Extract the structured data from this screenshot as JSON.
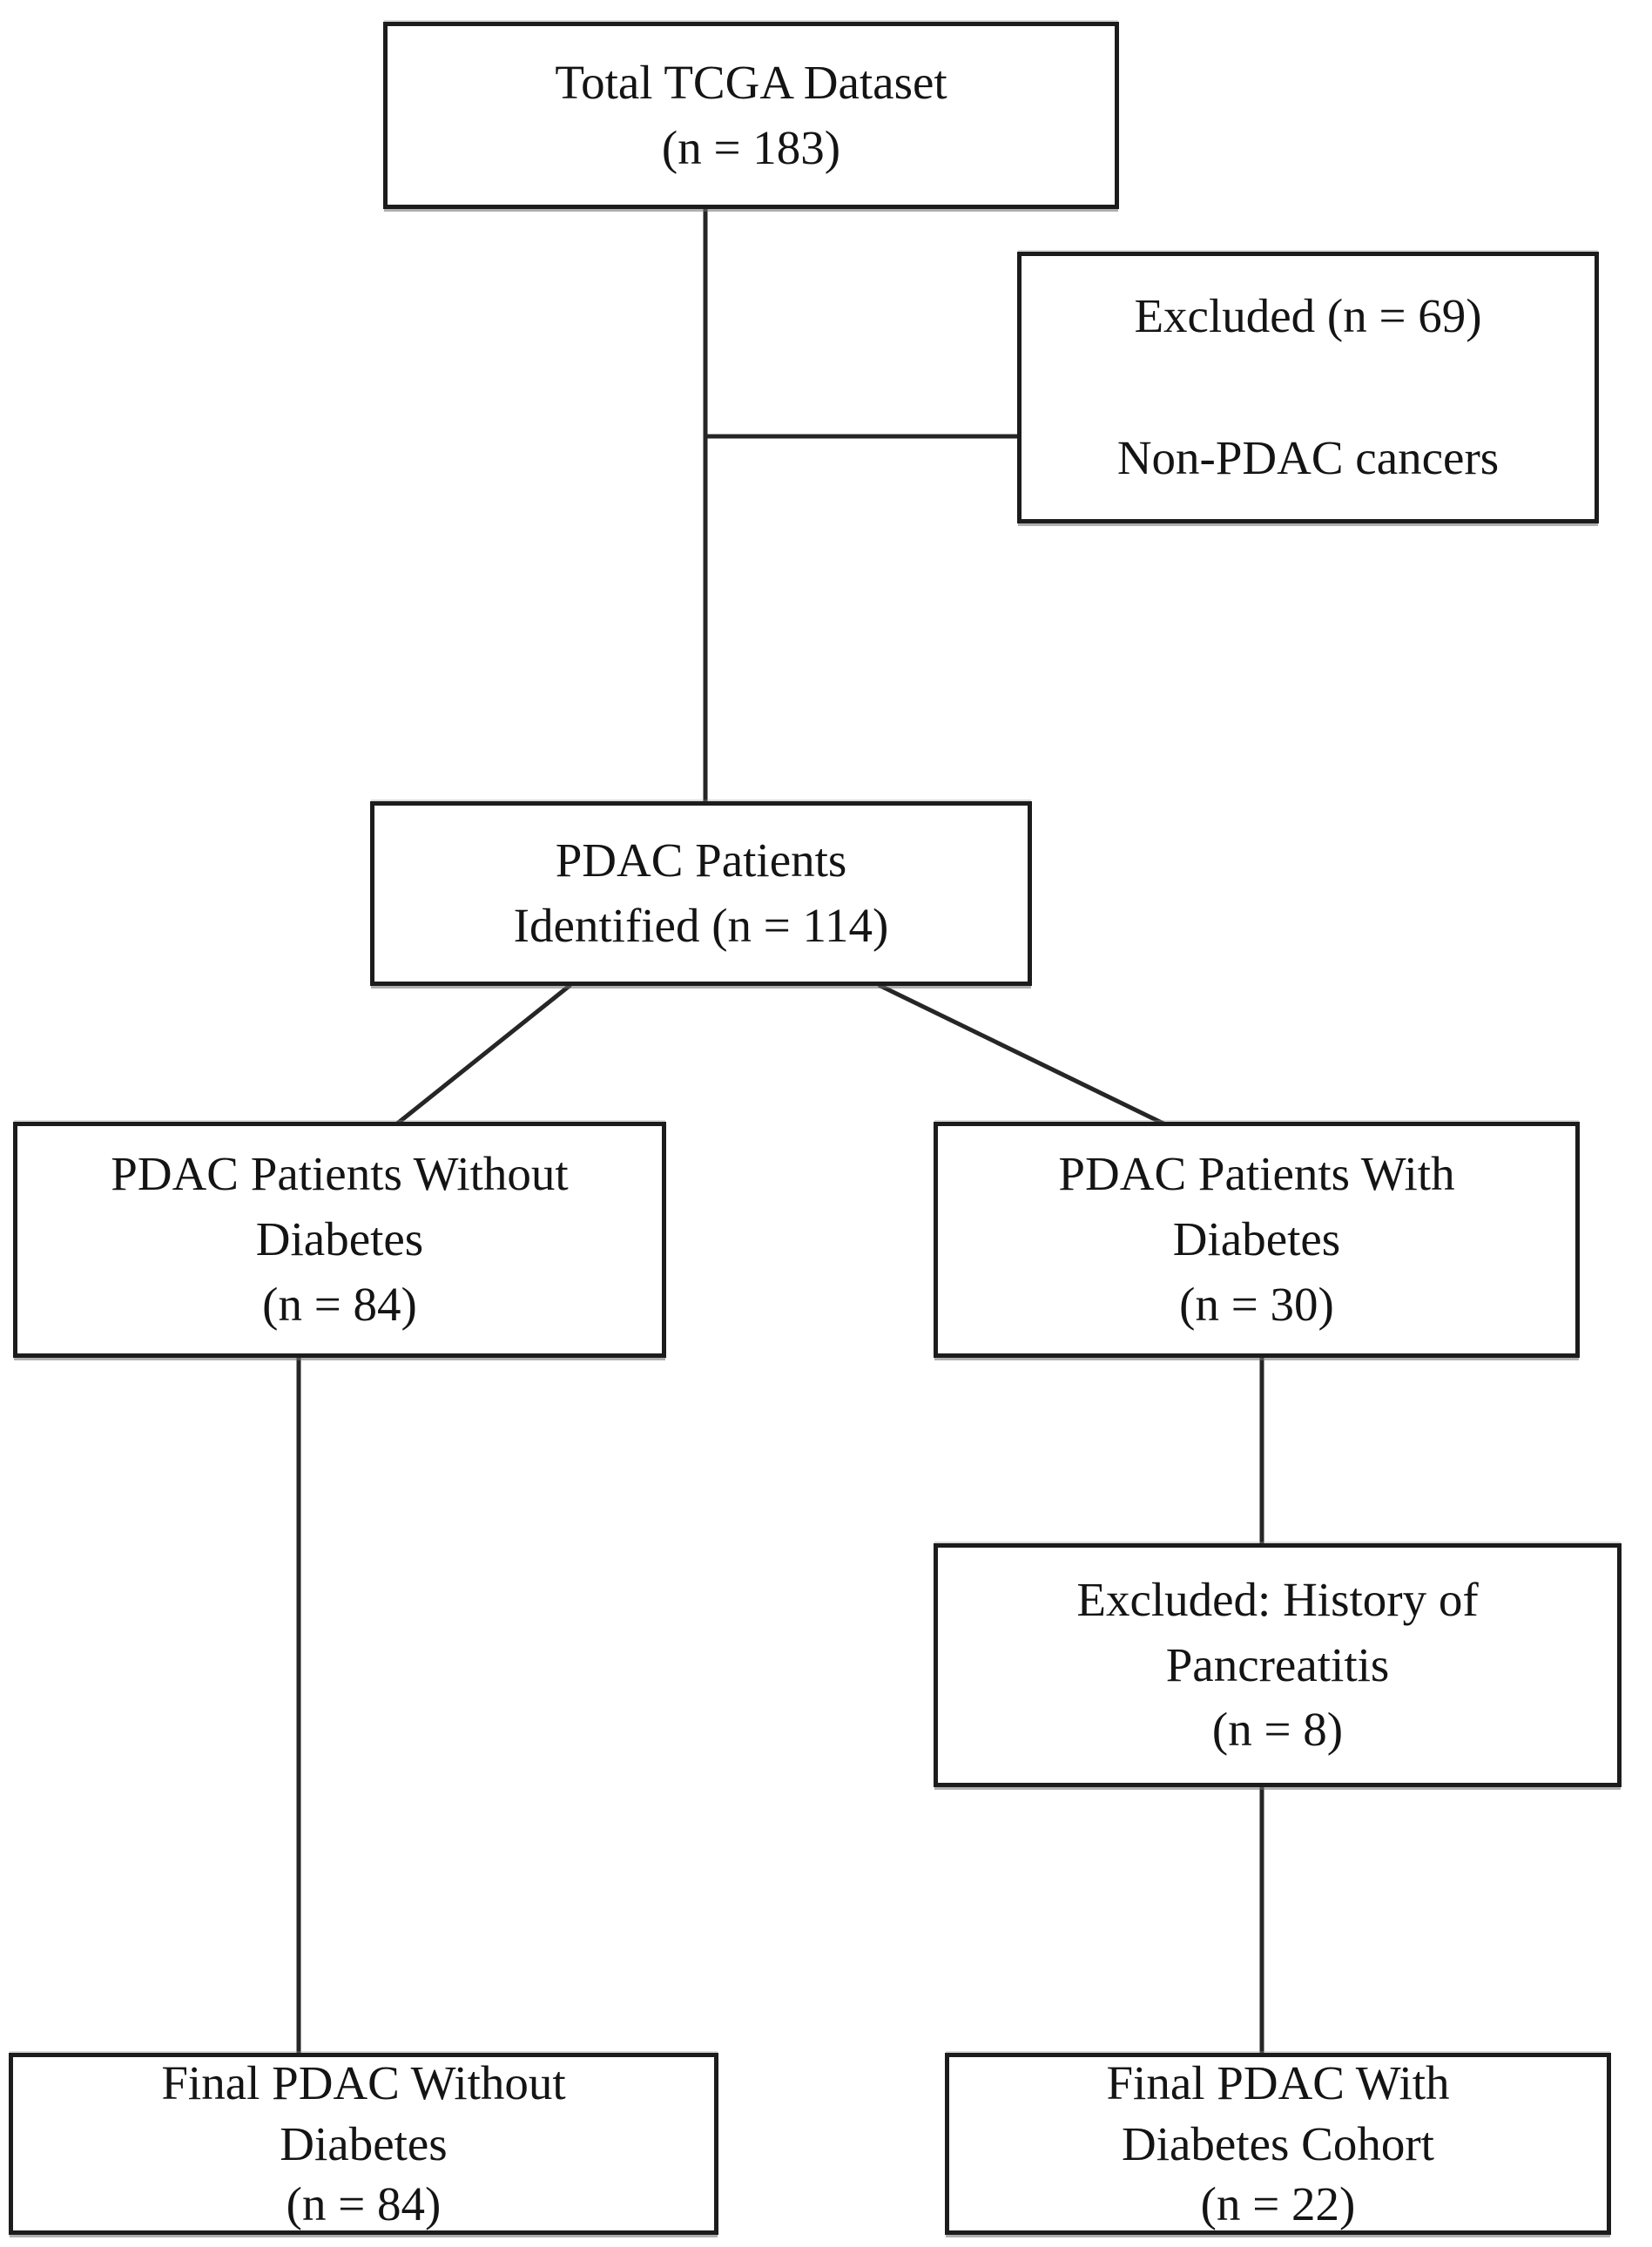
{
  "diagram": {
    "background": "#ffffff",
    "box_border_color": "#1c1c1c",
    "text_color": "#141414",
    "connector_color": "#262626",
    "nodes": {
      "total": {
        "lines": [
          "Total TCGA Dataset",
          "(n = 183)"
        ]
      },
      "excluded_non_pdac": {
        "lines": [
          "Excluded (n = 69)",
          "Non-PDAC cancers"
        ]
      },
      "identified": {
        "lines": [
          "PDAC Patients",
          "Identified (n = 114)"
        ]
      },
      "without_diabetes": {
        "lines": [
          "PDAC Patients Without",
          "Diabetes",
          "(n = 84)"
        ]
      },
      "with_diabetes": {
        "lines": [
          "PDAC Patients With",
          "Diabetes",
          "(n = 30)"
        ]
      },
      "excluded_pancreatitis": {
        "lines": [
          "Excluded: History of",
          "Pancreatitis",
          "(n = 8)"
        ]
      },
      "final_without_diabetes": {
        "lines": [
          "Final PDAC Without",
          "Diabetes",
          "(n = 84)"
        ]
      },
      "final_with_diabetes": {
        "lines": [
          "Final PDAC With",
          "Diabetes Cohort",
          "(n = 22)"
        ]
      }
    }
  }
}
